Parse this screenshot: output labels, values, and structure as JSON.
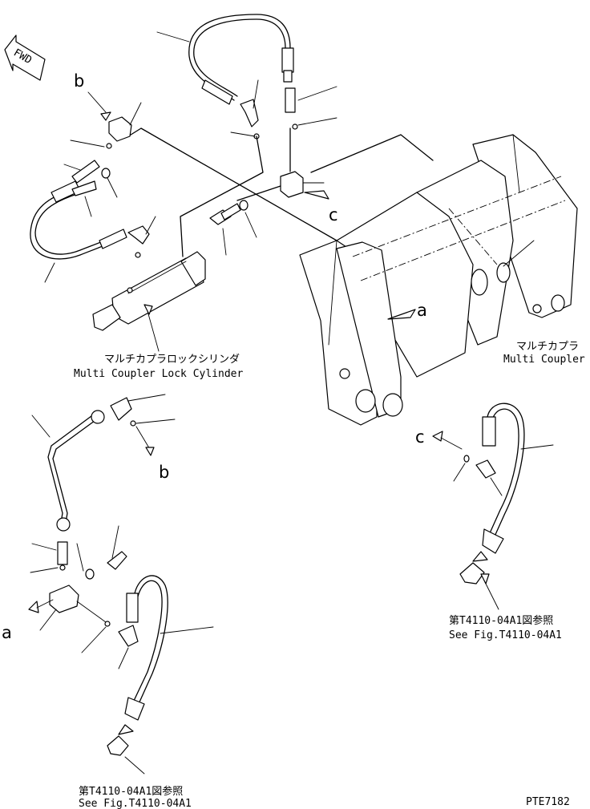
{
  "fwd_label": "FWD",
  "labels": {
    "lock_cylinder_jp": "マルチカプラロックシリンダ",
    "lock_cylinder_en": "Multi Coupler Lock Cylinder",
    "multi_coupler_jp": "マルチカプラ",
    "multi_coupler_en": "Multi Coupler",
    "see_fig_jp_right": "第T4110-04A1図参照",
    "see_fig_en_right": "See Fig.T4110-04A1",
    "see_fig_jp_bottom": "第T4110-04A1図参照",
    "see_fig_en_bottom": "See Fig.T4110-04A1",
    "code": "PTE7182"
  },
  "letters": {
    "b_top": "b",
    "c_center": "c",
    "a_center": "a",
    "b_mid": "b",
    "c_right": "c",
    "a_left": "a"
  }
}
